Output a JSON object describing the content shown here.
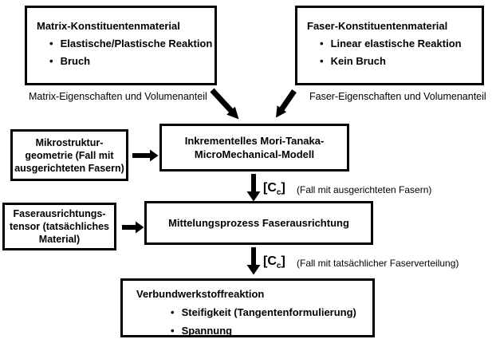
{
  "colors": {
    "ink": "#000000",
    "background": "#ffffff"
  },
  "boxes": {
    "matrix": {
      "title": "Matrix-Konstituentenmaterial",
      "bullets": [
        "Elastische/Plastische Reaktion",
        "Bruch"
      ]
    },
    "faser": {
      "title": "Faser-Konstituentenmaterial",
      "bullets": [
        "Linear elastische Reaktion",
        "Kein Bruch"
      ]
    },
    "model": {
      "lines": [
        "Inkrementelles Mori-Tanaka-",
        "MicroMechanical-Modell"
      ]
    },
    "mikrostruktur": {
      "lines": [
        "Mikrostruktur-",
        "geometrie (Fall mit",
        "ausgerichteten Fasern)"
      ]
    },
    "fasertensor": {
      "lines": [
        "Faserausrichtungs-",
        "tensor (tatsächliches",
        "Material)"
      ]
    },
    "mittelung": {
      "label": "Mittelungsprozess Faserausrichtung"
    },
    "verbund": {
      "title": "Verbundwerkstoffreaktion",
      "bullets": [
        "Steifigkeit (Tangentenformulierung)",
        "Spannung"
      ]
    }
  },
  "captions": {
    "matrix": "Matrix-Eigenschaften und Volumenanteil",
    "faser": "Faser-Eigenschaften und Volumenanteil",
    "cc_aligned": "(Fall mit ausgerichteten Fasern)",
    "cc_actual": "(Fall mit tatsächlicher Faserverteilung)"
  },
  "symbols": {
    "cc_open": "[C",
    "cc_sub": "c",
    "cc_close": "]"
  }
}
